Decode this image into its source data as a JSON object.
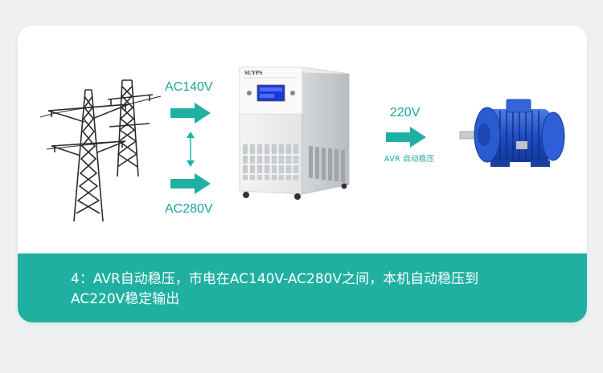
{
  "inputs": {
    "low_voltage": "AC140V",
    "high_voltage": "AC280V"
  },
  "output": {
    "voltage": "220V",
    "note": "AVR 自动稳压"
  },
  "device": {
    "brand": "SUYPS"
  },
  "caption": {
    "line1": "4：AVR自动稳压，市电在AC140V-AC280V之间，本机自动稳压到",
    "line2": "AC220V稳定输出"
  },
  "colors": {
    "accent": "#1fb0a2",
    "label": "#1aa595",
    "background": "#eef0f1"
  },
  "icons": [
    "power-tower-icon",
    "arrow-right-icon",
    "double-arrow-icon",
    "voltage-stabilizer-image",
    "electric-motor-image"
  ]
}
